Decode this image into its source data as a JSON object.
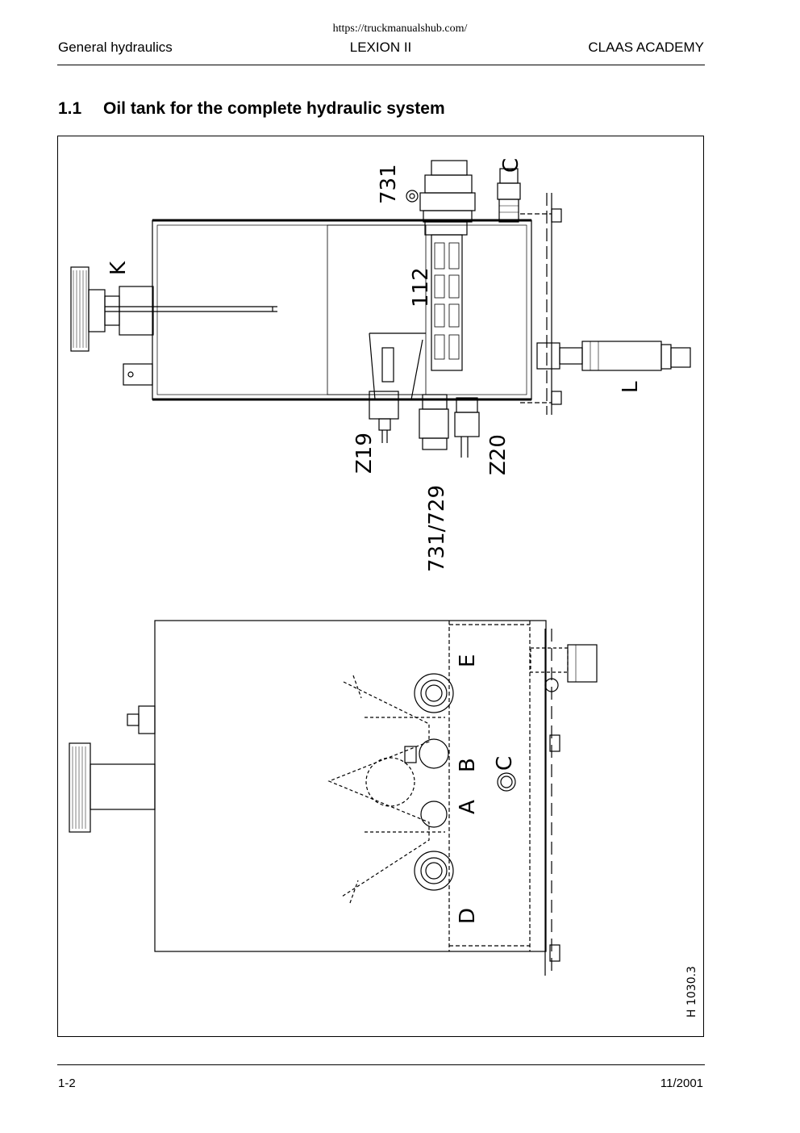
{
  "header": {
    "url": "https://truckmanualshub.com/",
    "section": "General hydraulics",
    "model": "LEXION II",
    "publisher": "CLAAS ACADEMY"
  },
  "heading": {
    "number": "1.1",
    "text": "Oil tank for the complete hydraulic system"
  },
  "figure": {
    "labels": {
      "p731": "731",
      "c_top": "C",
      "k": "K",
      "p112": "112",
      "l": "L",
      "z19": "Z19",
      "p731_729": "731/729",
      "z20": "Z20",
      "e": "E",
      "b": "B",
      "c_bottom": "C",
      "a": "A",
      "d": "D",
      "ref": "H 1030.3"
    }
  },
  "footer": {
    "page": "1-2",
    "date": "11/2001"
  }
}
